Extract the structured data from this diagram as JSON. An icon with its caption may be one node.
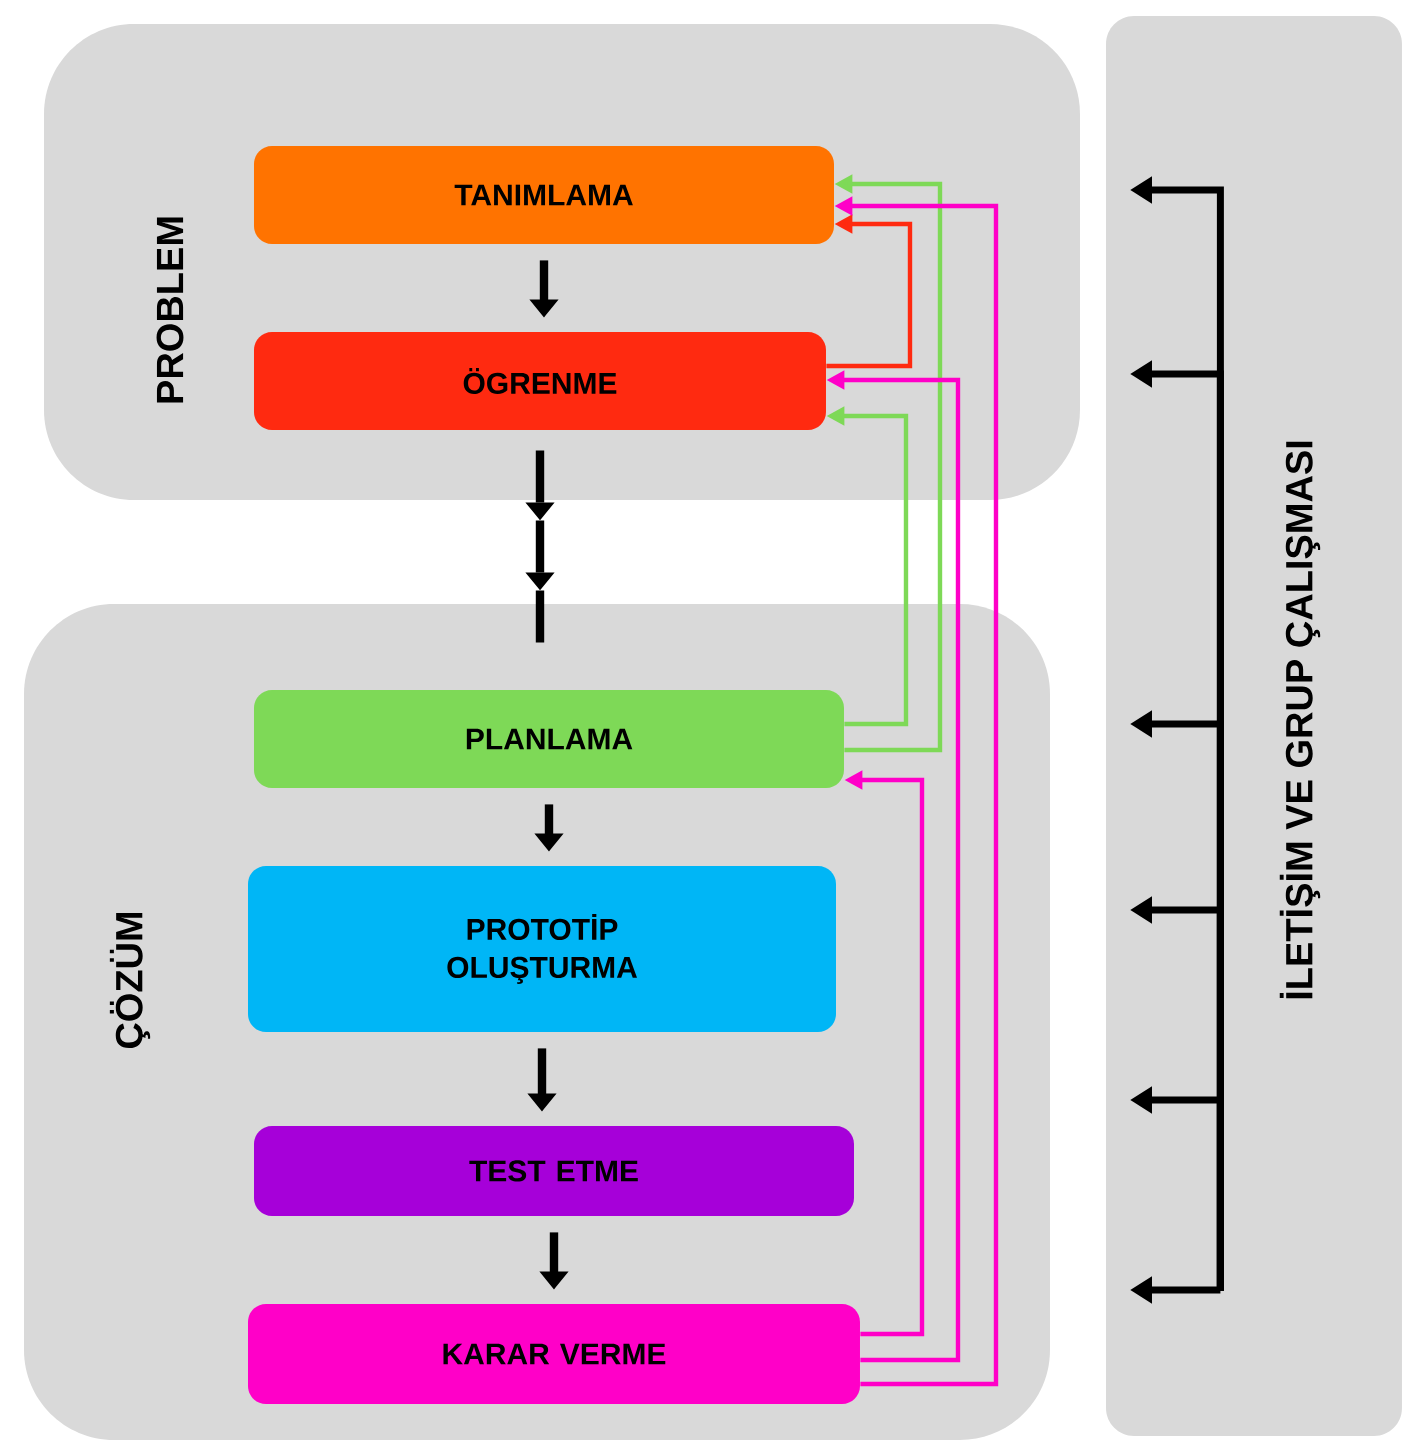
{
  "diagram": {
    "nodes": [
      {
        "text": [
          "PROBLEM"
        ]
      },
      {
        "text": [
          "TANIMLAMA"
        ],
        "in": 0
      },
      {
        "text": [
          "ÖGRENME"
        ],
        "in": 0
      },
      {
        "text": [
          "ÇÖZÜM"
        ]
      },
      {
        "text": [
          "PLANLAMA"
        ],
        "in": 3
      },
      {
        "text": [
          "PROTOTİP OLUŞTURMA"
        ],
        "in": 3
      },
      {
        "text": [
          "TEST ETME"
        ],
        "in": 3
      },
      {
        "text": [
          "KARAR VERME"
        ],
        "in": 3
      },
      {
        "text": [
          "İLETİŞİM VE GRUP ÇALIŞMASI"
        ]
      }
    ],
    "edges": [
      {
        "from": 1,
        "to": 2,
        "arrow": "to"
      },
      {
        "from": 2,
        "to": 4,
        "arrow": "to",
        "style": "dashed"
      },
      {
        "from": 4,
        "to": 5,
        "arrow": "to"
      },
      {
        "from": 5,
        "to": 6,
        "arrow": "to"
      },
      {
        "from": 6,
        "to": 7,
        "arrow": "to"
      },
      {
        "from": 2,
        "to": 1,
        "arrow": "to",
        "color": "#ff2a10"
      },
      {
        "from": 4,
        "to": 1,
        "arrow": "to",
        "color": "#7ed957"
      },
      {
        "from": 4,
        "to": 2,
        "arrow": "to",
        "color": "#7ed957"
      },
      {
        "from": 7,
        "to": 1,
        "arrow": "to",
        "color": "#ff00c8"
      },
      {
        "from": 7,
        "to": 2,
        "arrow": "to",
        "color": "#ff00c8"
      },
      {
        "from": 7,
        "to": 4,
        "arrow": "to",
        "color": "#ff00c8"
      },
      {
        "from": 8,
        "to": null,
        "arrow": "to"
      },
      {
        "from": 8,
        "to": null,
        "arrow": "to"
      },
      {
        "from": 8,
        "to": null,
        "arrow": "to"
      },
      {
        "from": 8,
        "to": null,
        "arrow": "to"
      },
      {
        "from": 8,
        "to": null,
        "arrow": "to"
      },
      {
        "from": 8,
        "to": null,
        "arrow": "to"
      }
    ]
  }
}
